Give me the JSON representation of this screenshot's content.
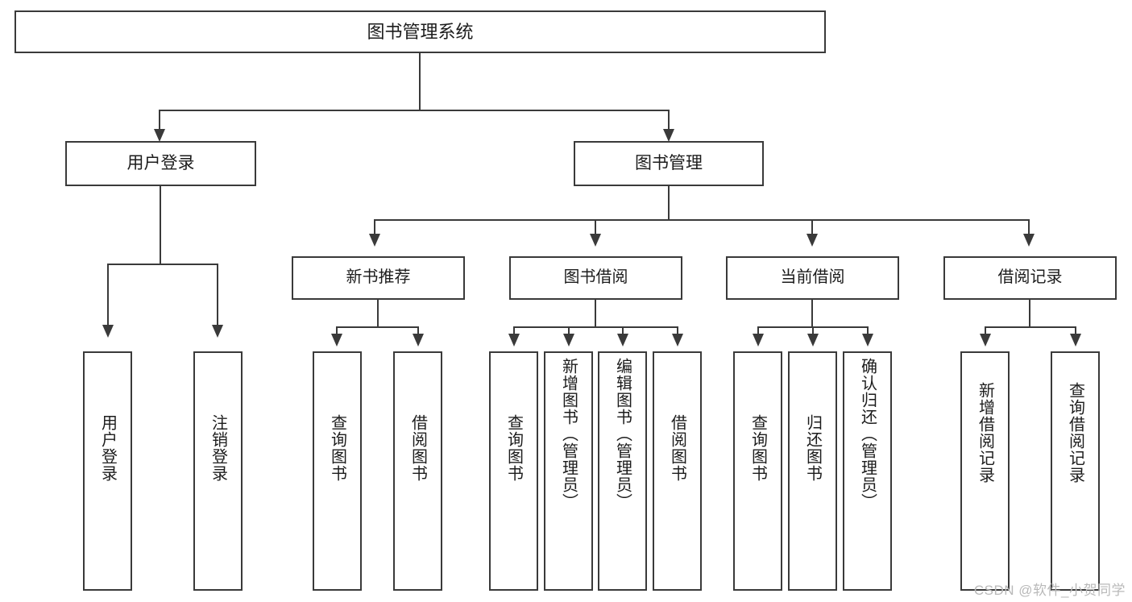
{
  "diagram": {
    "title": "图书管理系统",
    "type": "hierarchy-tree",
    "watermark": "CSDN @软件_小贺同学",
    "colors": {
      "background": "#ffffff",
      "stroke": "#3a3a3a",
      "text": "#1c1c1c",
      "watermark": "#b9b9b9"
    },
    "root": {
      "label": "图书管理系统"
    },
    "level2": [
      {
        "label": "用户登录"
      },
      {
        "label": "图书管理"
      }
    ],
    "level3": [
      {
        "label": "新书推荐"
      },
      {
        "label": "图书借阅"
      },
      {
        "label": "当前借阅"
      },
      {
        "label": "借阅记录"
      }
    ],
    "leaves": {
      "user_login": [
        {
          "label": "用户登录"
        },
        {
          "label": "注销登录"
        }
      ],
      "new_book_recommend": [
        {
          "label": "查询图书"
        },
        {
          "label": "借阅图书"
        }
      ],
      "book_borrow": [
        {
          "label": "查询图书"
        },
        {
          "label": "新增图书（管理员）"
        },
        {
          "label": "编辑图书（管理员）"
        },
        {
          "label": "借阅图书"
        }
      ],
      "current_borrow": [
        {
          "label": "查询图书"
        },
        {
          "label": "归还图书"
        },
        {
          "label": "确认归还（管理员）"
        }
      ],
      "borrow_record": [
        {
          "label": "新增借阅记录"
        },
        {
          "label": "查询借阅记录"
        }
      ]
    }
  }
}
